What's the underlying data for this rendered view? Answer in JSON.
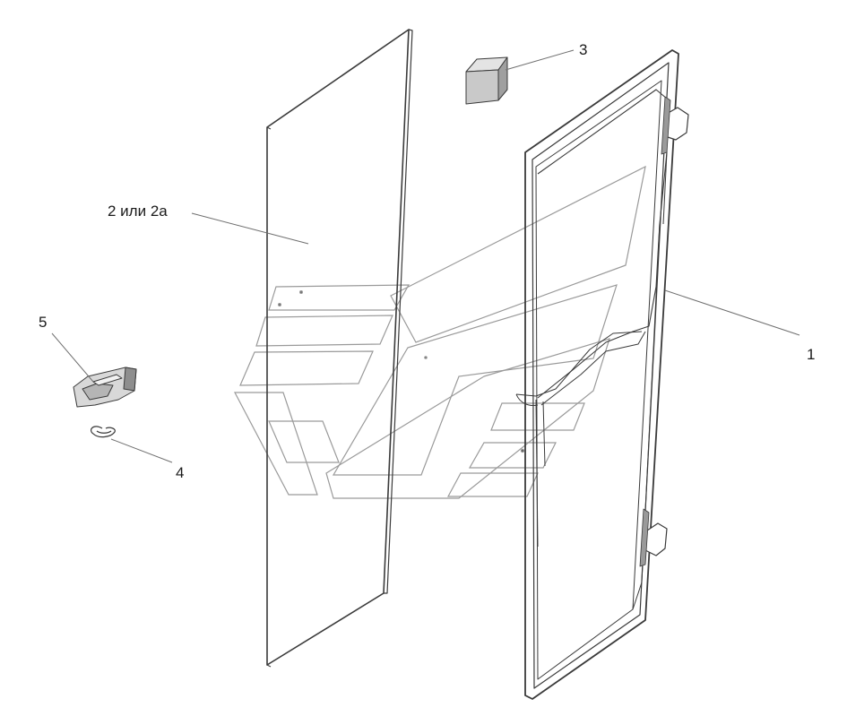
{
  "diagram": {
    "callouts": [
      {
        "id": "1",
        "label": "1"
      },
      {
        "id": "2",
        "label": "2 или 2а"
      },
      {
        "id": "3",
        "label": "3"
      },
      {
        "id": "4",
        "label": "4"
      },
      {
        "id": "5",
        "label": "5"
      }
    ],
    "colors": {
      "line": "#3a3a3a",
      "light_line": "#8a8a8a",
      "part_fill": "#d2d2d2",
      "part_dark": "#8c8c8c"
    }
  }
}
